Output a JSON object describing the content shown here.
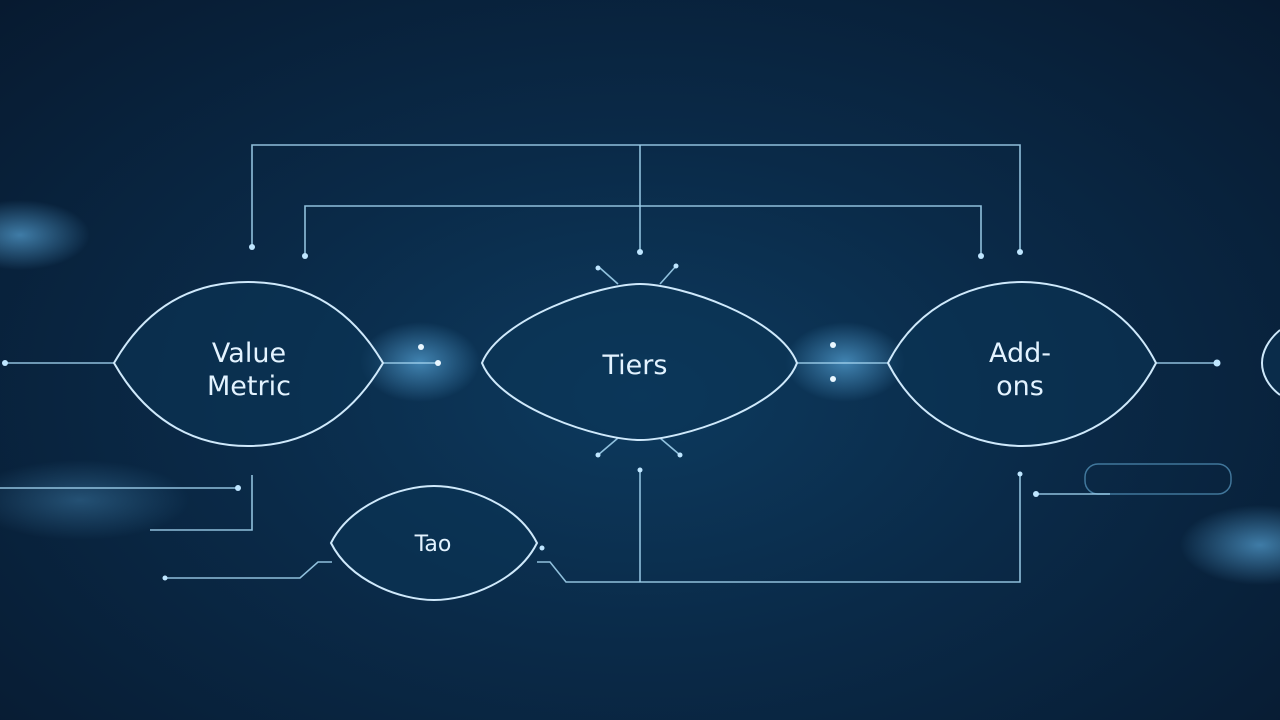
{
  "diagram": {
    "nodes": [
      {
        "id": "value-metric",
        "lines": [
          "Value",
          "Metric"
        ]
      },
      {
        "id": "tiers",
        "lines": [
          "Tiers"
        ]
      },
      {
        "id": "add-ons",
        "lines": [
          "Add-",
          "ons"
        ]
      },
      {
        "id": "tao",
        "lines": [
          "Tao"
        ]
      }
    ]
  },
  "colors": {
    "background": "#0a2a48",
    "line": "#9fd0ec",
    "node_stroke": "#cfe9fb",
    "text": "#e3f3ff",
    "glow": "#5bb8ff"
  }
}
